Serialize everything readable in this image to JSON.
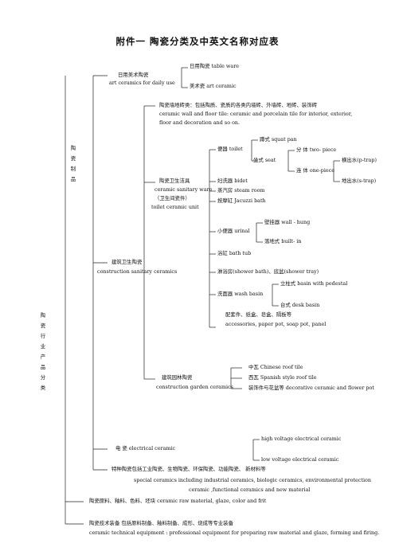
{
  "title": "附件一      陶瓷分类及中英文名称对应表",
  "root_label": "陶瓷行业产品分类",
  "ceramic_products_label": "陶瓷制品",
  "daily_art": {
    "cn": "日用美术陶瓷",
    "en": "art ceramics for daily use",
    "daily_ware": "日用陶瓷 table ware",
    "art_ceramic": "美术瓷  art ceramic"
  },
  "building_sanitary": {
    "cn": "建筑卫生陶瓷",
    "en": "construction sanitary ceramics",
    "wall_floor": {
      "line1": "陶瓷墙地砖类：包括陶质、瓷质的各类内墙砖、外墙砖、地砖、装饰砖",
      "line2": "ceramic wall and floor tile:    ceramic and porcelain tile for interior, exterior,",
      "line3": "floor and decoration and so on."
    },
    "sanitary": {
      "cn": "陶瓷卫生洁具",
      "en": "ceramic sanitary ware",
      "alt": "（卫生间瓷件）",
      "en2": "toilet ceramic unit",
      "toilet": "便器  toilet",
      "squat": "蹲式  squat pan",
      "seat": "坐式  seat",
      "two_piece": "分  体  two- piece",
      "one_piece": "连  体  one-piece",
      "p_trap": "横出水(p-trap)",
      "s_trap": "地出水(s-trap)",
      "bidet": "妇洗器  bidet",
      "steam": "蒸汽房  steam room",
      "jacuzzi": "按摩缸  Jacuzzi bath",
      "urinal": "小便器  urinal",
      "wall_hung": "壁挂器  wall - hung",
      "built_in": "落地式  built- in",
      "bath_tub": "浴缸     bath tub",
      "shower": "淋浴房(shower bath)、底盆(shower tray)",
      "wash_basin": "洗面器  wash basin",
      "pedestal": "立柱式  basin with pedestal",
      "desk": "台式  desk basin",
      "acc_cn": "配套件、纸盒、皂盒、隔板等",
      "acc_en": "accessories, paper pot, soap pot, panel"
    },
    "garden": {
      "cn": "建筑园林陶瓷",
      "en": "construction garden ceramics",
      "chinese_roof": "中瓦  Chinese roof tile",
      "spanish_roof": "西瓦  Spanish style roof tile",
      "decorative": "装饰件与花盆等  decorative ceramic and flower pot"
    }
  },
  "electrical": {
    "label": "电     瓷     electrical ceramic",
    "high": "high voltage electrical ceramic",
    "low": "low voltage electrical ceramic"
  },
  "special": {
    "line1": "特种陶瓷包括工业陶瓷、生物陶瓷、环保陶瓷、功能陶瓷、     新材料等",
    "line2": "special    ceramics    including    industrial    ceramics,    biologic    ceramics,    environmental    protection",
    "line3": "ceramic ,functional ceramics and new material"
  },
  "raw_material": "陶瓷原料、釉料、色料、坯块     ceramic raw material, glaze, color and frit",
  "equipment": {
    "line1": "陶瓷技术装备        包括原料制备、釉料制备、成形、烧成等专业装备",
    "line2": "ceramic technical equipment : professional equipment for preparing raw material and glaze, forming and firing."
  }
}
